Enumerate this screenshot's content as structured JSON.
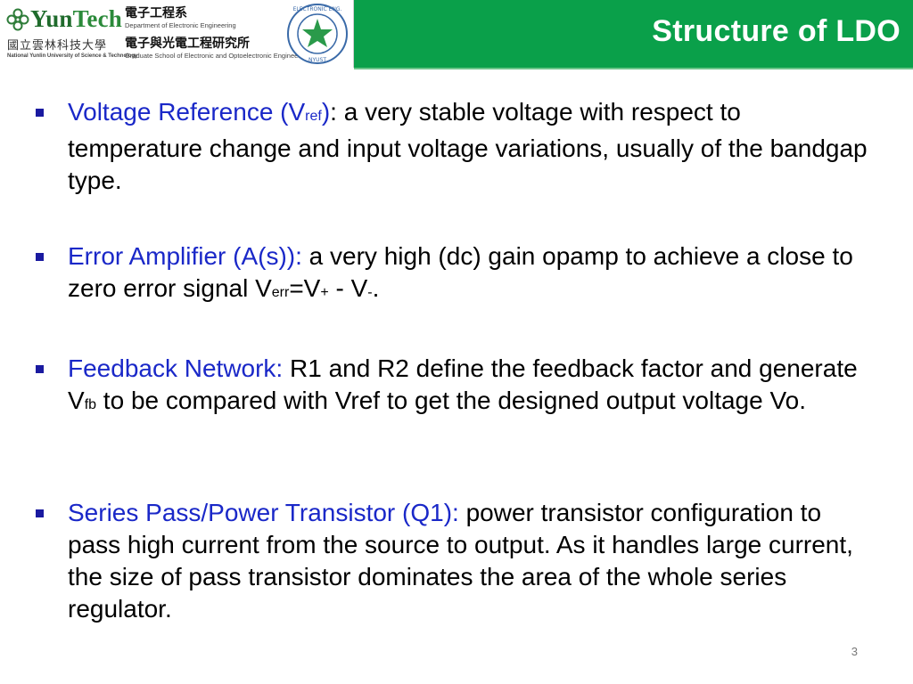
{
  "header": {
    "title": "Structure of LDO",
    "logo": {
      "brand_yun": "Yun",
      "brand_tech": "Tech",
      "university_cn": "國立雲林科技大學",
      "university_en": "National Yunlin University of Science & Technology",
      "dept_cn": "電子工程系",
      "dept_en": "Department of Electronic Engineering",
      "grad_cn": "電子與光電工程研究所",
      "grad_en": "Graduate School of Electronic and Optoelectronic Engineering",
      "seal_text": "ELECTRONIC ENGINEERING NYUST"
    },
    "colors": {
      "title_bar": "#0aa04a",
      "term": "#1a28c8"
    }
  },
  "bullets": [
    {
      "term_a": "Voltage Reference (V",
      "term_sub": "ref",
      "term_b": ")",
      "text": ": a very stable voltage with respect to temperature change and input voltage variations, usually of the bandgap type."
    },
    {
      "term": "Error Amplifier (A(s)):",
      "text_a": " a very high (dc) gain opamp to achieve a close to zero error signal V",
      "sub_err": "err",
      "text_b": "=V",
      "sub_plus": "+",
      "text_c": " - V",
      "sub_minus": "-",
      "text_d": "."
    },
    {
      "term": "Feedback Network:",
      "text_a": " R1 and R2 define the feedback factor and generate V",
      "sub_fb": "fb",
      "text_b": " to be compared with Vref to get the designed output voltage Vo."
    },
    {
      "term": "Series Pass/Power Transistor (Q1):",
      "text": " power transistor configuration to pass high current from the source to output. As it handles large current, the size of pass transistor dominates the area of the whole series regulator."
    }
  ],
  "page_number": "3"
}
